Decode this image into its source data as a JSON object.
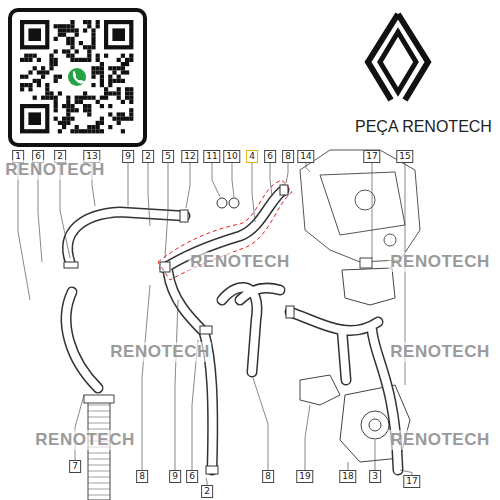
{
  "diagram": {
    "title": "PEÇA RENOTECH",
    "labels": [
      "1",
      "6",
      "2",
      "13",
      "9",
      "2",
      "5",
      "12",
      "11",
      "10",
      "4",
      "6",
      "8",
      "14",
      "17",
      "15",
      "7",
      "8",
      "9",
      "6",
      "2",
      "8",
      "19",
      "18",
      "3",
      "17",
      "RENOTECH",
      "RENOTECH",
      "RENOTECH",
      "RENOTECH",
      "RENOTECH",
      "RENOTECH",
      "RENOTECH"
    ]
  }
}
